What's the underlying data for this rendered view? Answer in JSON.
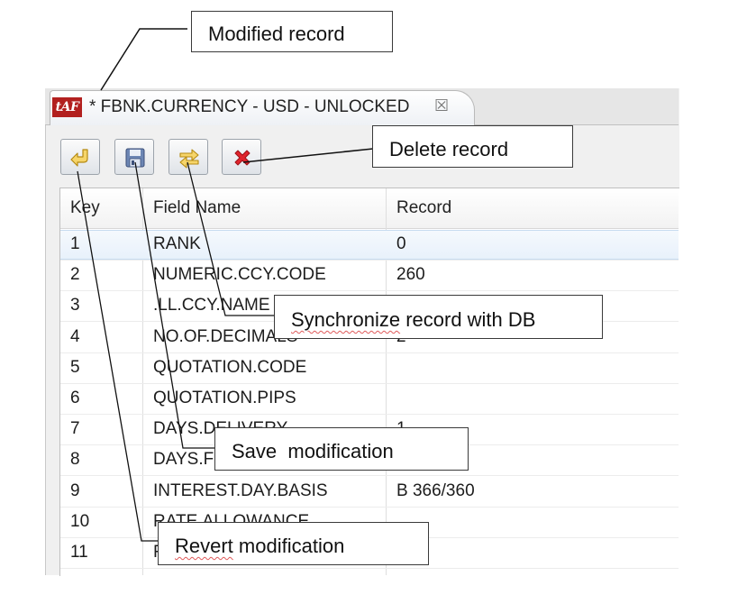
{
  "editor": {
    "tab_logo": "tAF",
    "tab_title": "* FBNK.CURRENCY - USD - UNLOCKED",
    "close_glyph": "☒"
  },
  "toolbar": [
    {
      "name": "revert-button",
      "icon": "undo-arrow-icon"
    },
    {
      "name": "save-button",
      "icon": "floppy-disk-icon"
    },
    {
      "name": "synchronize-button",
      "icon": "sync-arrows-icon"
    },
    {
      "name": "delete-button",
      "icon": "red-x-icon"
    }
  ],
  "table": {
    "columns": [
      "Key",
      "Field Name",
      "Record"
    ],
    "rows": [
      {
        "key": "1",
        "field": "RANK",
        "record": "0"
      },
      {
        "key": "2",
        "field": "NUMERIC.CCY.CODE",
        "record": "260"
      },
      {
        "key": "3",
        "field": ".LL.CCY.NAME",
        "record": ""
      },
      {
        "key": "4",
        "field": "NO.OF.DECIMALS",
        "record": "2"
      },
      {
        "key": "5",
        "field": "QUOTATION.CODE",
        "record": ""
      },
      {
        "key": "6",
        "field": "QUOTATION.PIPS",
        "record": ""
      },
      {
        "key": "7",
        "field": "DAYS.DELIVERY",
        "record": "1"
      },
      {
        "key": "8",
        "field": "DAYS.F",
        "record": ""
      },
      {
        "key": "9",
        "field": "INTEREST.DAY.BASIS",
        "record": "B 366/360"
      },
      {
        "key": "10",
        "field": "RATE.ALLOWANCE",
        "record": ""
      },
      {
        "key": "11",
        "field": "F",
        "record": ""
      }
    ]
  },
  "callouts": {
    "modified": "Modified record",
    "delete": "Delete record",
    "sync_word1": "Synchronize",
    "sync_rest": " record with DB",
    "save": "Save  modification",
    "revert_word1": "Revert",
    "revert_rest": " modification"
  },
  "colors": {
    "logo_bg": "#b2201f",
    "delete_icon": "#e0242c",
    "selected_row": "#e8f1fb"
  }
}
